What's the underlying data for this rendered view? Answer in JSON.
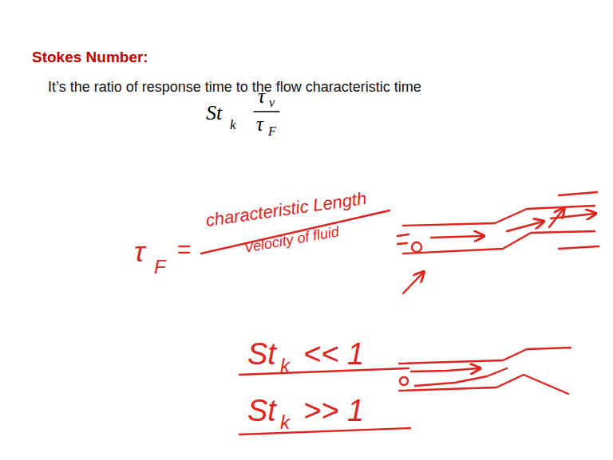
{
  "diagram": {
    "title": "Stokes Number:",
    "labels": [
      "It’s the ratio of response time to the flow characteristic time",
      "St",
      "k",
      "τ",
      "v",
      "τ",
      "F",
      "τ",
      "F",
      "=",
      "characteristic Length",
      "Velocity of fluid",
      "St",
      "k",
      "<< 1",
      "St",
      "k",
      ">> 1"
    ]
  }
}
